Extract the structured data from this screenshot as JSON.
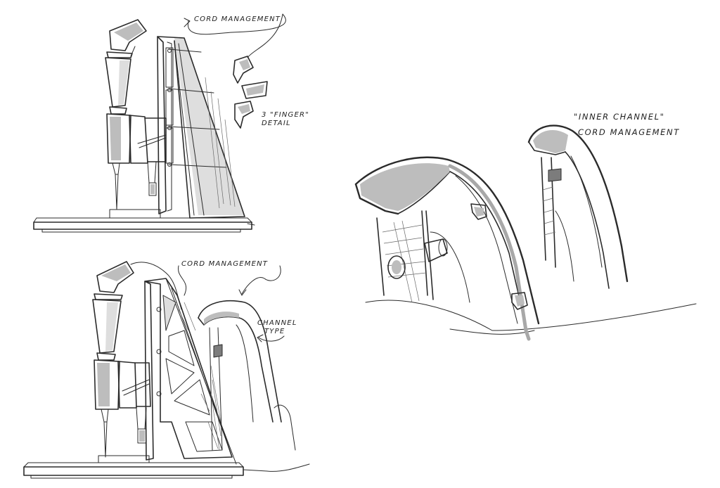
{
  "sheet": {
    "background": "#ffffff",
    "ink_color": "#2b2b2b",
    "shade_color": "#bdbdbd"
  },
  "views": {
    "top_left": {
      "label_cord": "CORD MANAGEMENT",
      "label_finger_line1": "3 \"FINGER\"",
      "label_finger_line2": "DETAIL"
    },
    "bottom_left": {
      "label_cord": "CORD MANAGEMENT",
      "label_channel_line1": "CHANNEL",
      "label_channel_line2": "TYPE"
    },
    "right": {
      "label_line1": "\"INNER CHANNEL\"",
      "label_line2": "CORD MANAGEMENT"
    }
  }
}
